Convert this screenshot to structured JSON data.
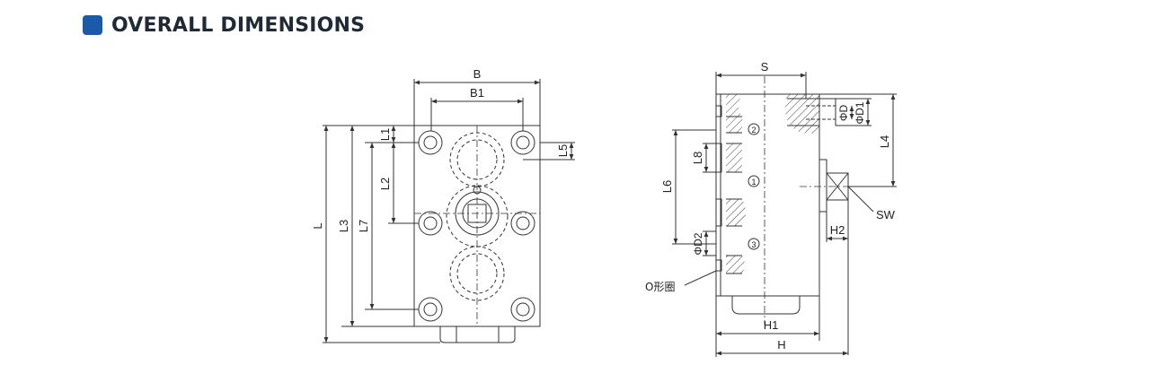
{
  "heading": {
    "title": "OVERALL DIMENSIONS",
    "marker_color": "#1a5aa8",
    "text_color": "#1f2a36"
  },
  "front_view": {
    "labels": {
      "B": "B",
      "B1": "B1",
      "L": "L",
      "L1": "L1",
      "L2": "L2",
      "L3": "L3",
      "L5": "L5",
      "L7": "L7"
    }
  },
  "side_view": {
    "labels": {
      "S": "S",
      "D": "ΦD",
      "D1": "ΦD1",
      "L4": "L4",
      "L8": "L8",
      "L6": "L6",
      "D2": "ΦD2",
      "SW": "SW",
      "H2": "H2",
      "H1": "H1",
      "H": "H",
      "port2": "2",
      "port1": "1",
      "port3": "3",
      "oring": "O形圈"
    }
  },
  "colors": {
    "line": "#333333"
  }
}
